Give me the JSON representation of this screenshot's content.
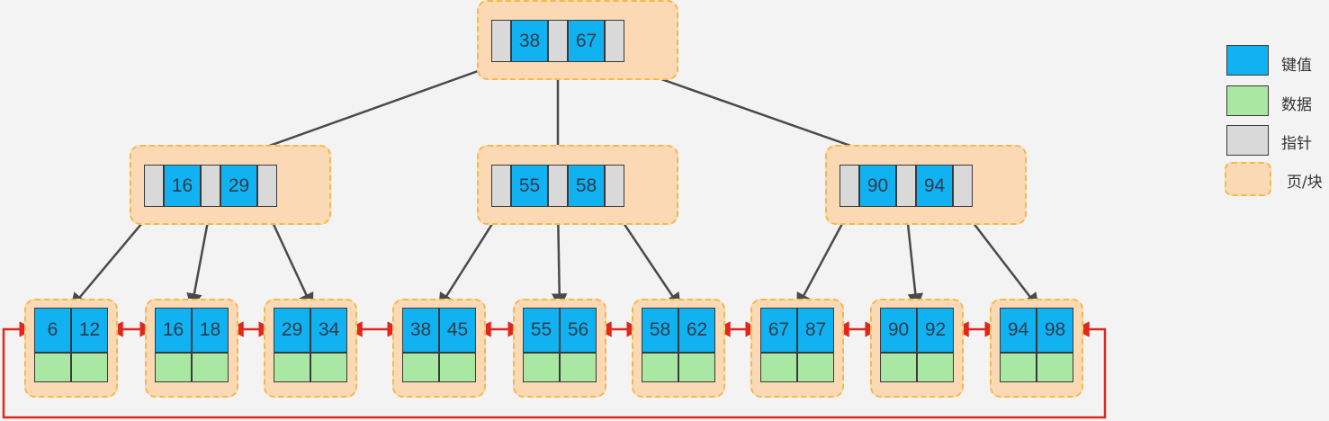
{
  "colors": {
    "key": "#10b2f2",
    "data": "#a8e8a2",
    "pointer": "#d9d9d9",
    "page": "#fbd9b5",
    "page_border": "#f3b94a",
    "tree_arrow": "#4a4a4a",
    "leaf_link": "#e3261c"
  },
  "tree": {
    "root": {
      "keys": [
        "38",
        "67"
      ]
    },
    "internal": [
      {
        "keys": [
          "16",
          "29"
        ]
      },
      {
        "keys": [
          "55",
          "58"
        ]
      },
      {
        "keys": [
          "90",
          "94"
        ]
      }
    ],
    "leaves": [
      {
        "keys": [
          "6",
          "12"
        ]
      },
      {
        "keys": [
          "16",
          "18"
        ]
      },
      {
        "keys": [
          "29",
          "34"
        ]
      },
      {
        "keys": [
          "38",
          "45"
        ]
      },
      {
        "keys": [
          "55",
          "56"
        ]
      },
      {
        "keys": [
          "58",
          "62"
        ]
      },
      {
        "keys": [
          "67",
          "87"
        ]
      },
      {
        "keys": [
          "90",
          "92"
        ]
      },
      {
        "keys": [
          "94",
          "98"
        ]
      }
    ]
  },
  "legend": {
    "key_label": "键值",
    "data_label": "数据",
    "pointer_label": "指针",
    "page_label": "页/块"
  }
}
